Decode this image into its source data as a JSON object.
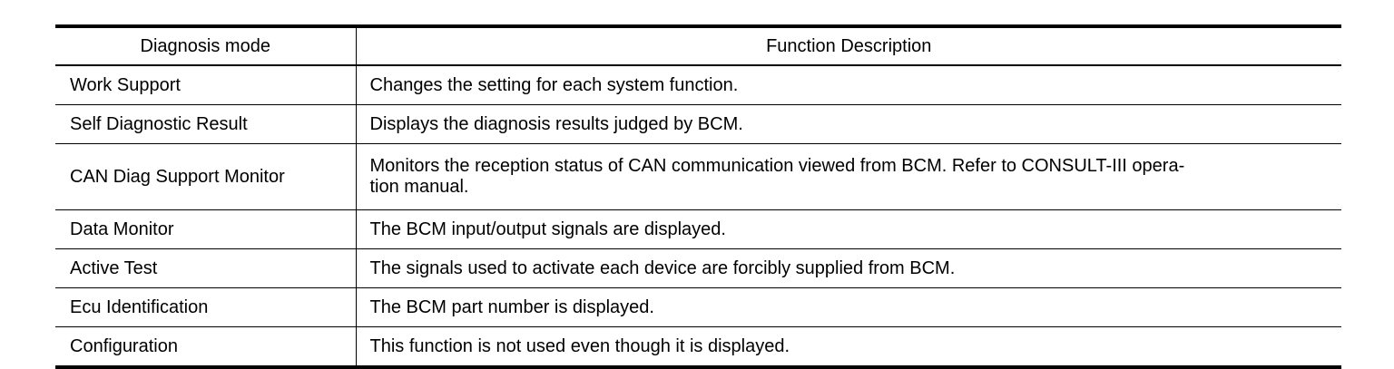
{
  "table": {
    "headers": {
      "mode": "Diagnosis mode",
      "description": "Function Description"
    },
    "rows": [
      {
        "mode": "Work Support",
        "description": "Changes the setting for each system function."
      },
      {
        "mode": "Self Diagnostic Result",
        "description": "Displays the diagnosis results judged by BCM."
      },
      {
        "mode": "CAN Diag Support Monitor",
        "description_lines": [
          "Monitors the reception status of CAN communication viewed from BCM. Refer to CONSULT-III opera-",
          "tion manual."
        ]
      },
      {
        "mode": "Data Monitor",
        "description": "The BCM input/output signals are displayed."
      },
      {
        "mode": "Active Test",
        "description": "The signals used to activate each device are forcibly supplied from BCM."
      },
      {
        "mode": "Ecu Identification",
        "description": "The BCM part number is displayed."
      },
      {
        "mode": "Configuration",
        "description": "This function is not used even though it is displayed."
      }
    ]
  }
}
